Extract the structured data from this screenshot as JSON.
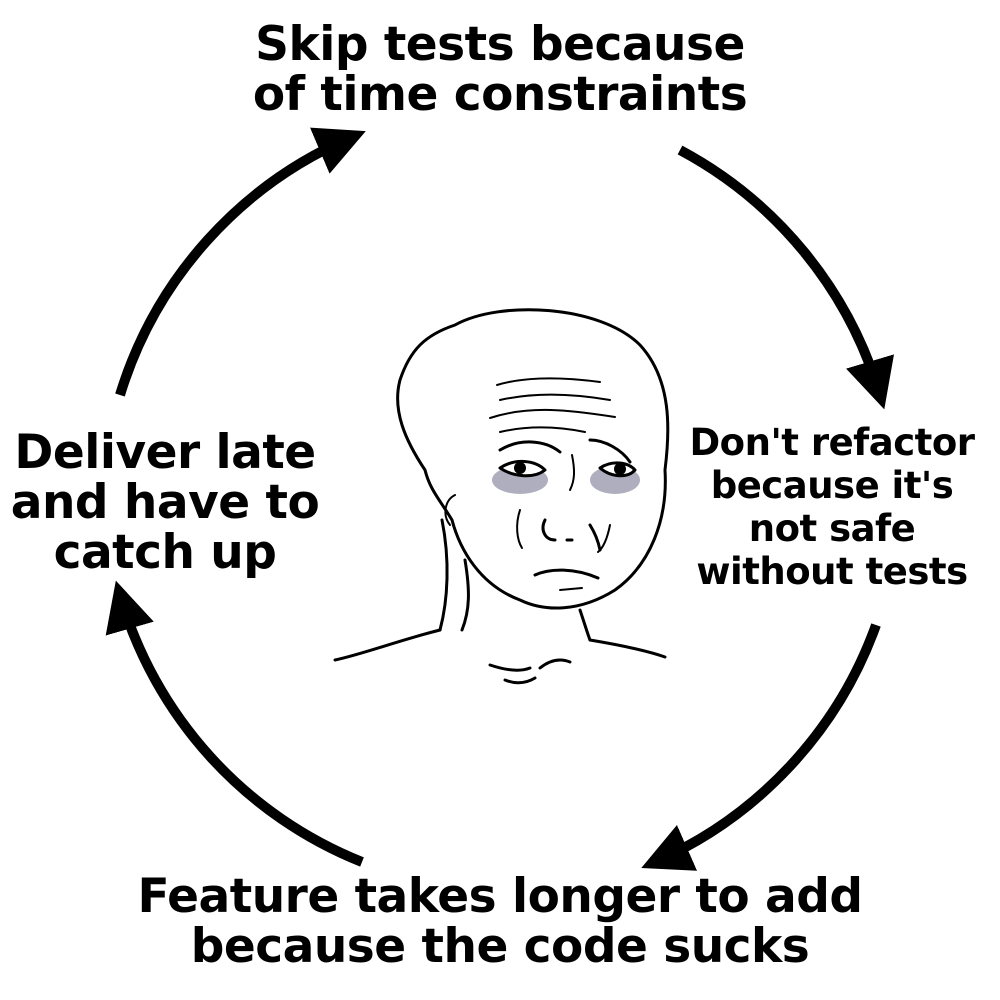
{
  "diagram": {
    "nodes": [
      {
        "id": "top",
        "lines": [
          "Skip tests because",
          "of time constraints"
        ]
      },
      {
        "id": "right",
        "lines": [
          "Don't refactor",
          "because it's",
          "not safe",
          "without tests"
        ]
      },
      {
        "id": "bottom",
        "lines": [
          "Feature takes longer to add",
          "because the code sucks"
        ]
      },
      {
        "id": "left",
        "lines": [
          "Deliver late",
          "and have to",
          "catch up"
        ]
      }
    ],
    "flow": "clockwise",
    "center_image": "sad-wojak-face-drawing",
    "colors": {
      "background": "#ffffff",
      "ink": "#000000",
      "eye_shadow": "#6b6b8a"
    }
  }
}
